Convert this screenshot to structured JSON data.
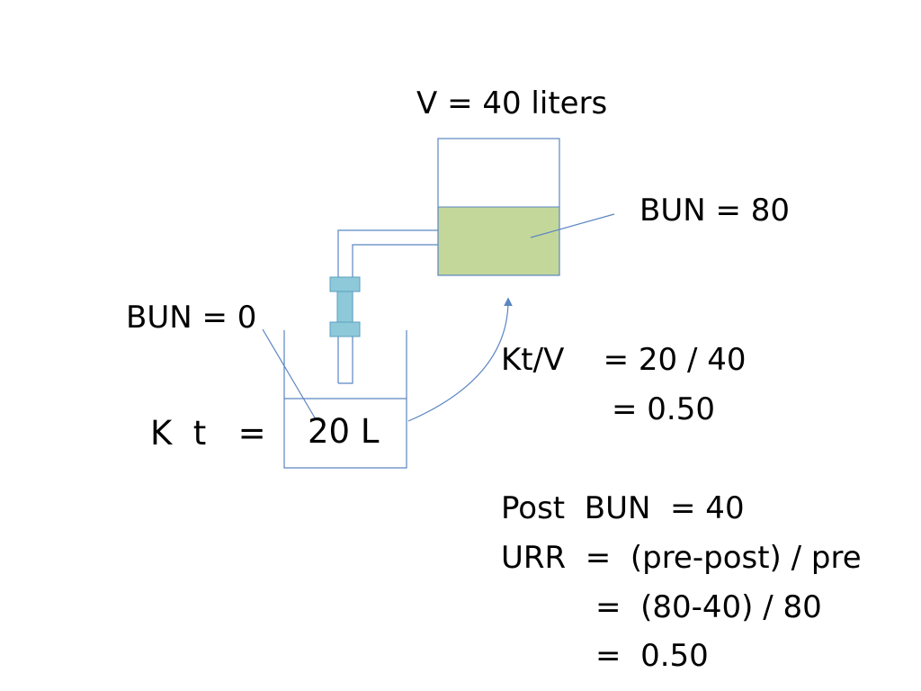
{
  "tank": {
    "volume_label": "V = 40 liters",
    "bun_label": "BUN = 80",
    "fill_fraction": 0.5
  },
  "bath": {
    "bun_label": "BUN = 0",
    "kt_label": "K  t   =",
    "volume_label": "20 L"
  },
  "equations": {
    "ktv_line1": "Kt/V    = 20 / 40",
    "ktv_line2": "= 0.50",
    "post_bun": "Post  BUN  = 40",
    "urr_line1": "URR  =  (pre-post) / pre",
    "urr_line2": "=  (80-40) / 80",
    "urr_line3": "=  0.50"
  },
  "colors": {
    "outline": "#5b86c0",
    "fluid": "#c4d79b",
    "dialyzer": "#8ec9da",
    "text": "#000000"
  }
}
